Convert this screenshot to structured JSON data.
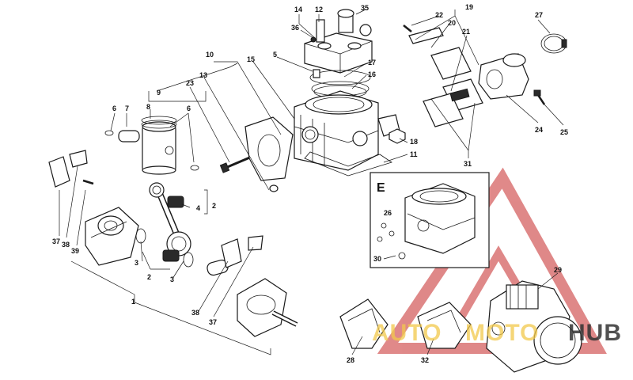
{
  "callouts": [
    "1",
    "2",
    "3",
    "4",
    "5",
    "6",
    "7",
    "8",
    "9",
    "10",
    "11",
    "12",
    "13",
    "14",
    "15",
    "16",
    "17",
    "18",
    "19",
    "20",
    "21",
    "22",
    "23",
    "24",
    "25",
    "26",
    "27",
    "28",
    "29",
    "30",
    "31",
    "32",
    "35",
    "36",
    "37",
    "38",
    "39",
    "E"
  ],
  "watermark": {
    "part1": "AUTO",
    "part2": "MOTO",
    "part3": "HUB",
    "color_red": "#c62828",
    "color_gold": "#f2c94c",
    "color_dark": "#333333"
  }
}
